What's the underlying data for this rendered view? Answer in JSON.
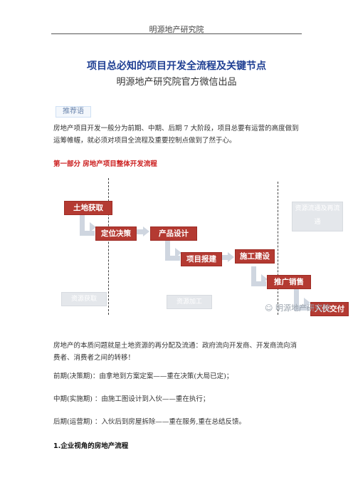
{
  "header": {
    "text": "明源地产研究院"
  },
  "title": "项目总必知的项目开发全流程及关键节点",
  "subtitle": "明源地产研究院官方微信出品",
  "tag": "推荐语",
  "intro": "房地产项目开发一般分为前期、中期、后期 7 大阶段，项目总要有运营的高度做到运筹帷幄，就必须对项目全流程及重要控制点做到了然于心。",
  "section1": "第一部分  房地产项目整体开发流程",
  "diagram": {
    "steps": [
      "土地获取",
      "定位决策",
      "产品设计",
      "项目报建",
      "施工建设",
      "推广销售",
      "入伙交付"
    ],
    "resource_labels": [
      "资源流通及再流通",
      "资源获取",
      "资源加工"
    ],
    "watermark": "明源地产研究院"
  },
  "body": {
    "para": "房地产的本质问题就是土地资源的再分配及流通：政府流向开发商、开发商流向消费者、消费者之间的转移！",
    "early": "前期(决策期)：由拿地到方案定案——重在决策(大局已定)；",
    "mid": "中期(实施期) ：由施工图设计到入伙——重在执行；",
    "late": "后期(运营期) ：入伙后到房屋拆除——重在服务,重在总结反馈。"
  },
  "heading2": "1.企业视角的房地产流程"
}
